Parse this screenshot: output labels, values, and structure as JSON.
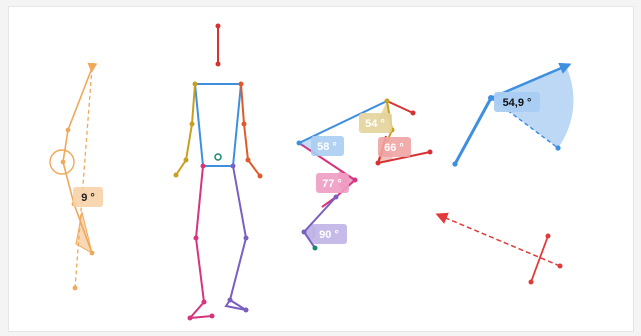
{
  "annotations": {
    "angle_orange": "9 °",
    "angle_blue_large": "54,9 °",
    "angle_blue_small": "58 °",
    "angle_olive": "54 °",
    "angle_red": "66 °",
    "angle_magenta": "77 °",
    "angle_purple": "90 °"
  },
  "colors": {
    "orange": "#f0a85a",
    "red": "#d63232",
    "blue": "#3f8fe0",
    "gold": "#c8a020",
    "magenta": "#d6357e",
    "purple": "#7a5fc2",
    "teal": "#1a8c6a"
  }
}
